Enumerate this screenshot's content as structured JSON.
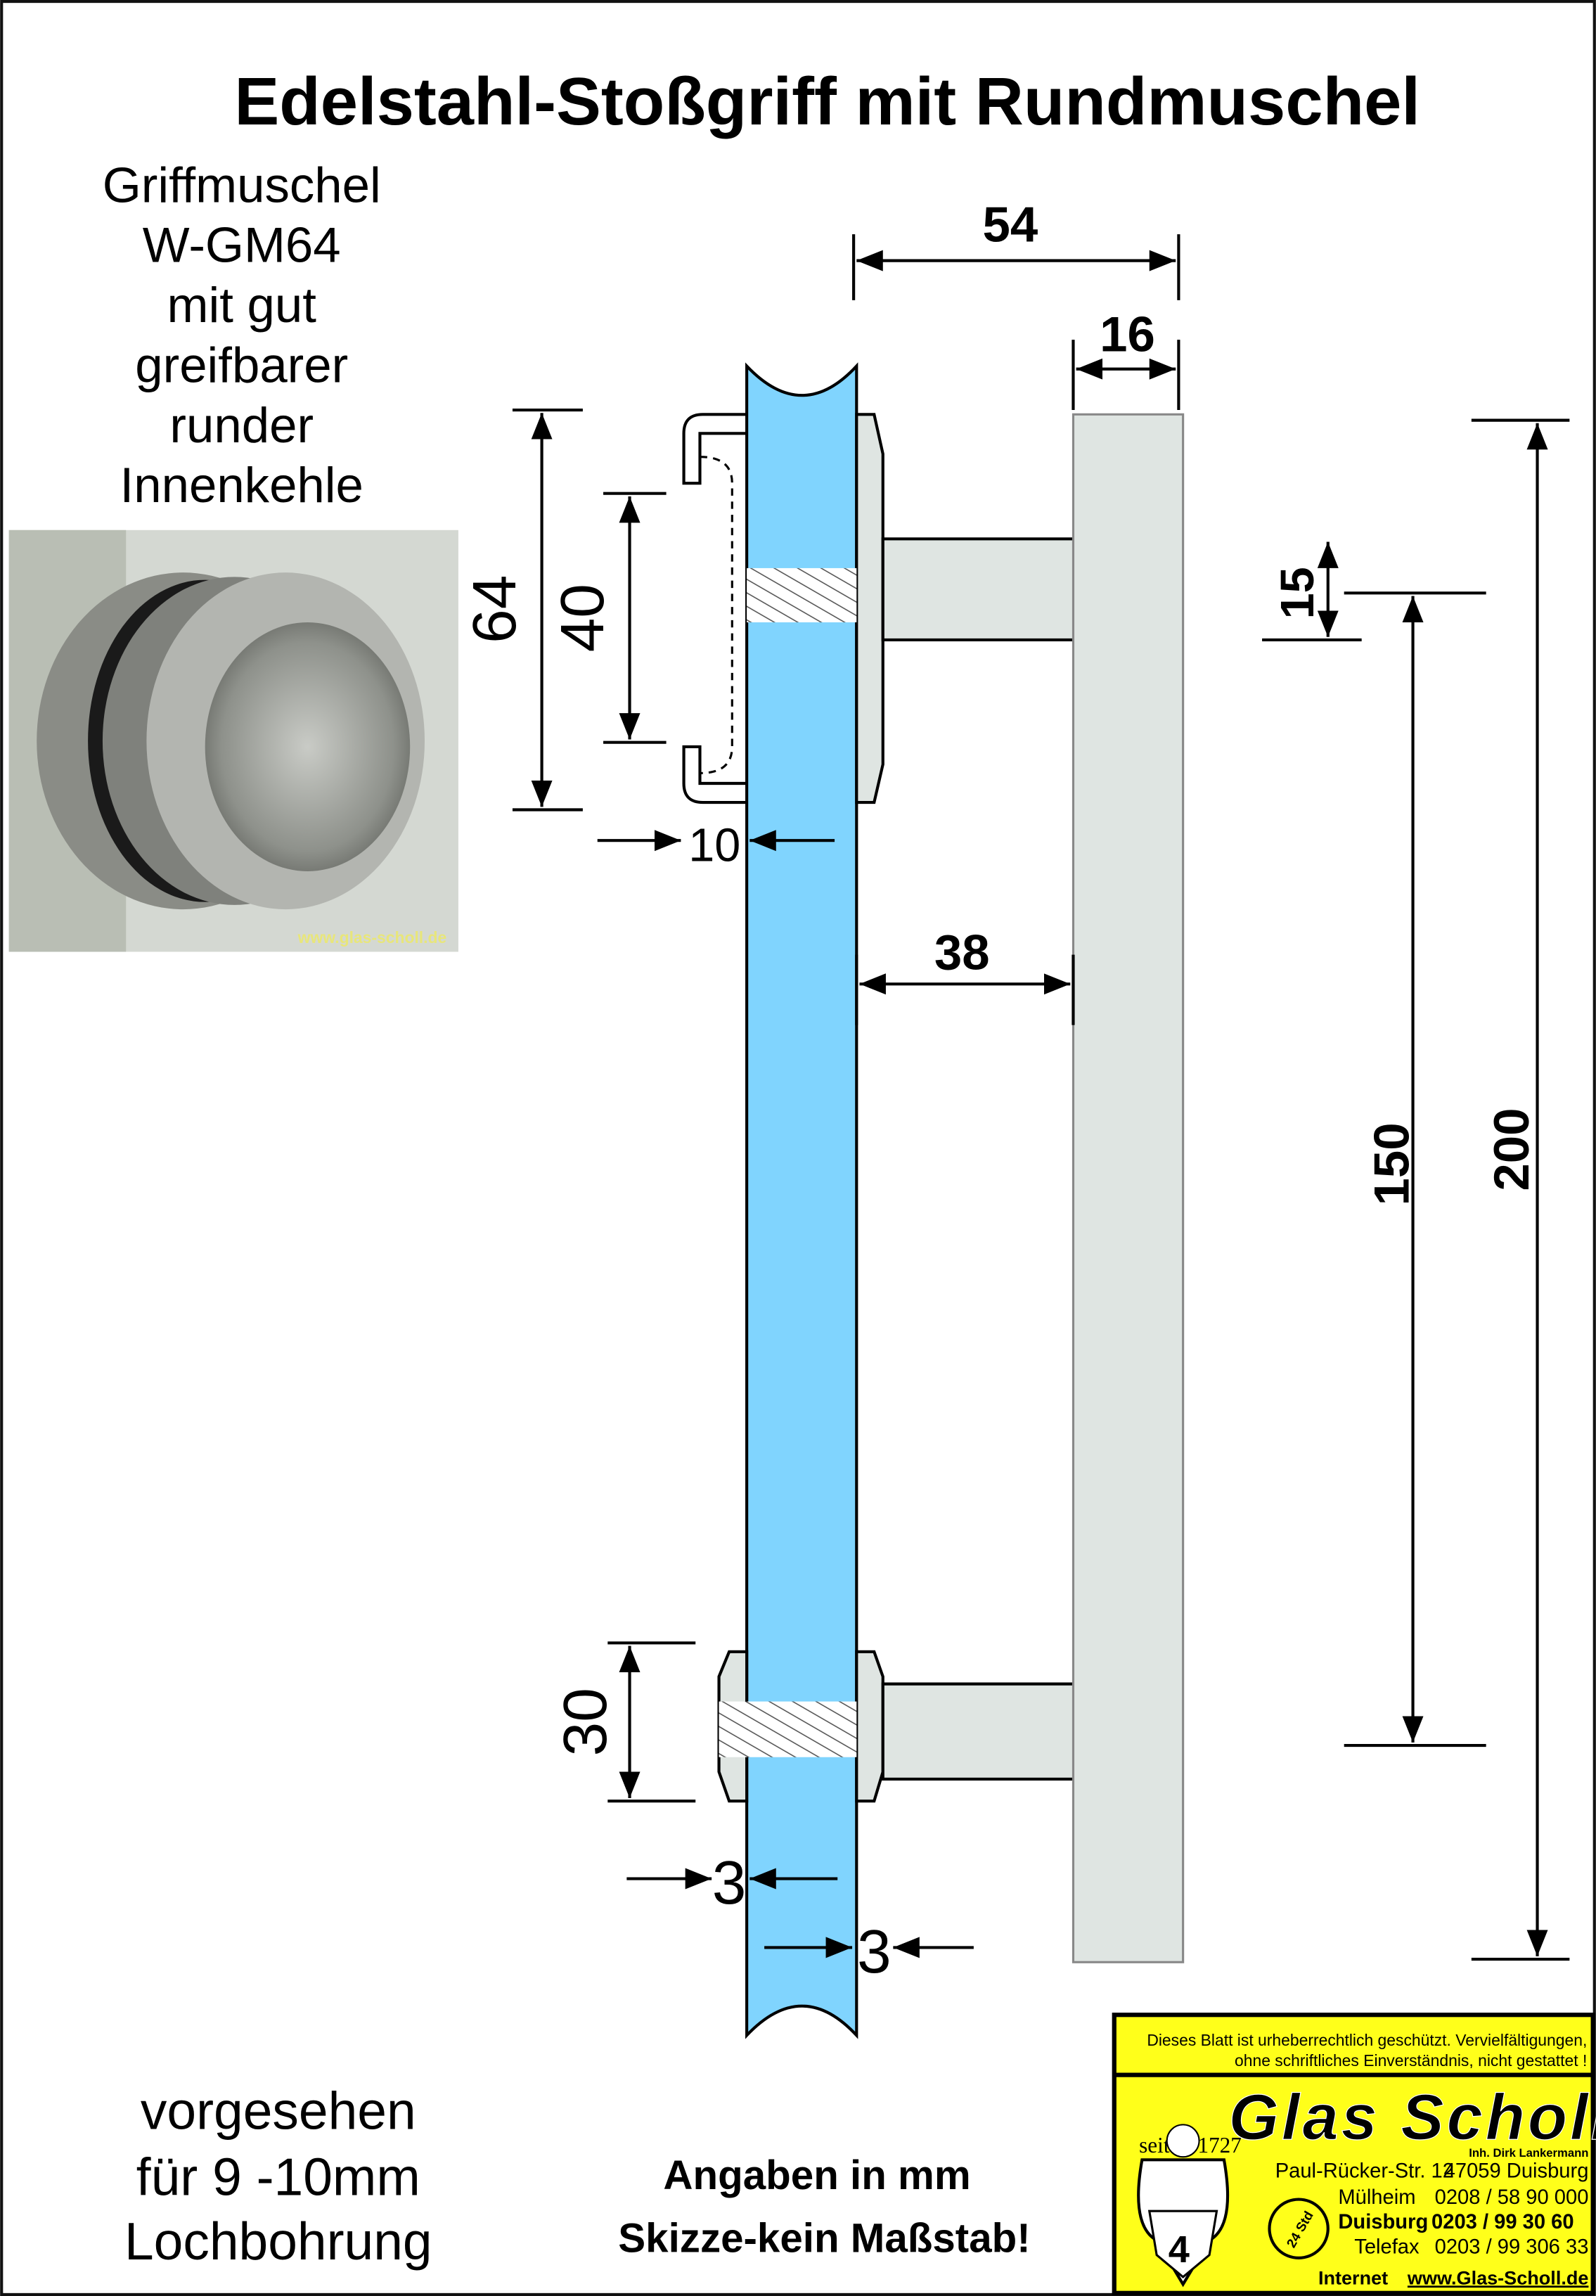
{
  "title": "Edelstahl-Stoßgriff  mit  Rundmuschel",
  "side_text": [
    "Griffmuschel",
    "W-GM64",
    "mit gut",
    "greifbarer",
    "runder",
    "Innenkehle"
  ],
  "photo_watermark": "www.glas-scholl.de",
  "dimensions": {
    "d54": "54",
    "d16": "16",
    "d64": "64",
    "d40": "40",
    "d10": "10",
    "d38": "38",
    "d15": "15",
    "d150": "150",
    "d200": "200",
    "d30": "30",
    "d3a": "3",
    "d3b": "3"
  },
  "bottom_left": [
    "vorgesehen",
    "für 9 -10mm",
    "Lochbohrung"
  ],
  "notes": [
    "Angaben  in  mm",
    "Skizze-kein  Maßstab!"
  ],
  "footer": {
    "copyright": [
      "Dieses Blatt ist urheberrechtlich geschützt. Vervielfältigungen,",
      "ohne schriftliches Einverständnis, nicht gestattet !"
    ],
    "brand": "Glas Scholl",
    "since": "seit",
    "year": "1727",
    "owner": "Inh. Dirk Lankermann",
    "street": "Paul-Rücker-Str. 12",
    "city": "47059 Duisburg",
    "badge": "24 Std",
    "phones": [
      {
        "label": "Mülheim",
        "number": "0208 / 58 90 000"
      },
      {
        "label": "Duisburg",
        "number": "0203 / 99 30 60"
      },
      {
        "label": "Telefax",
        "number": "0203 / 99 306 33"
      }
    ],
    "internet_label": "Internet",
    "url": "www.Glas-Scholl.de"
  },
  "colors": {
    "glass": "#80d4fe",
    "steel": "#dfe5e2",
    "footer_bg": "#ffff1a"
  }
}
